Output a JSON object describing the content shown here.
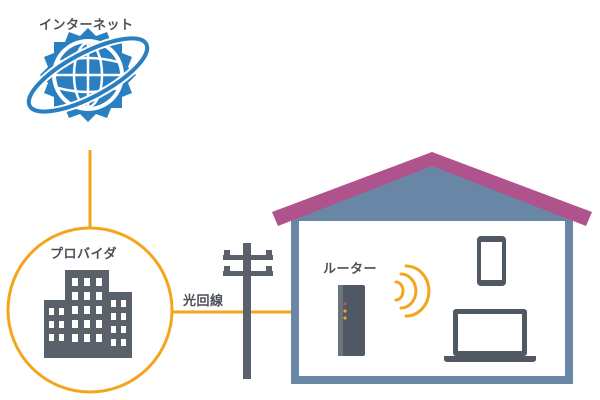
{
  "labels": {
    "internet": "インターネット",
    "provider": "プロバイダ",
    "fiber_line": "光回線",
    "router": "ルーター"
  },
  "colors": {
    "line": "#f3a51e",
    "house_wall": "#6a86a6",
    "roof": "#b0528c",
    "device": "#505863",
    "globe": "#2a7fc0",
    "building": "#5a616a",
    "text": "#4a5058"
  },
  "icons": [
    "globe-icon",
    "office-building-icon",
    "utility-pole-icon",
    "house-icon",
    "router-icon",
    "wifi-icon",
    "smartphone-icon",
    "laptop-icon"
  ]
}
